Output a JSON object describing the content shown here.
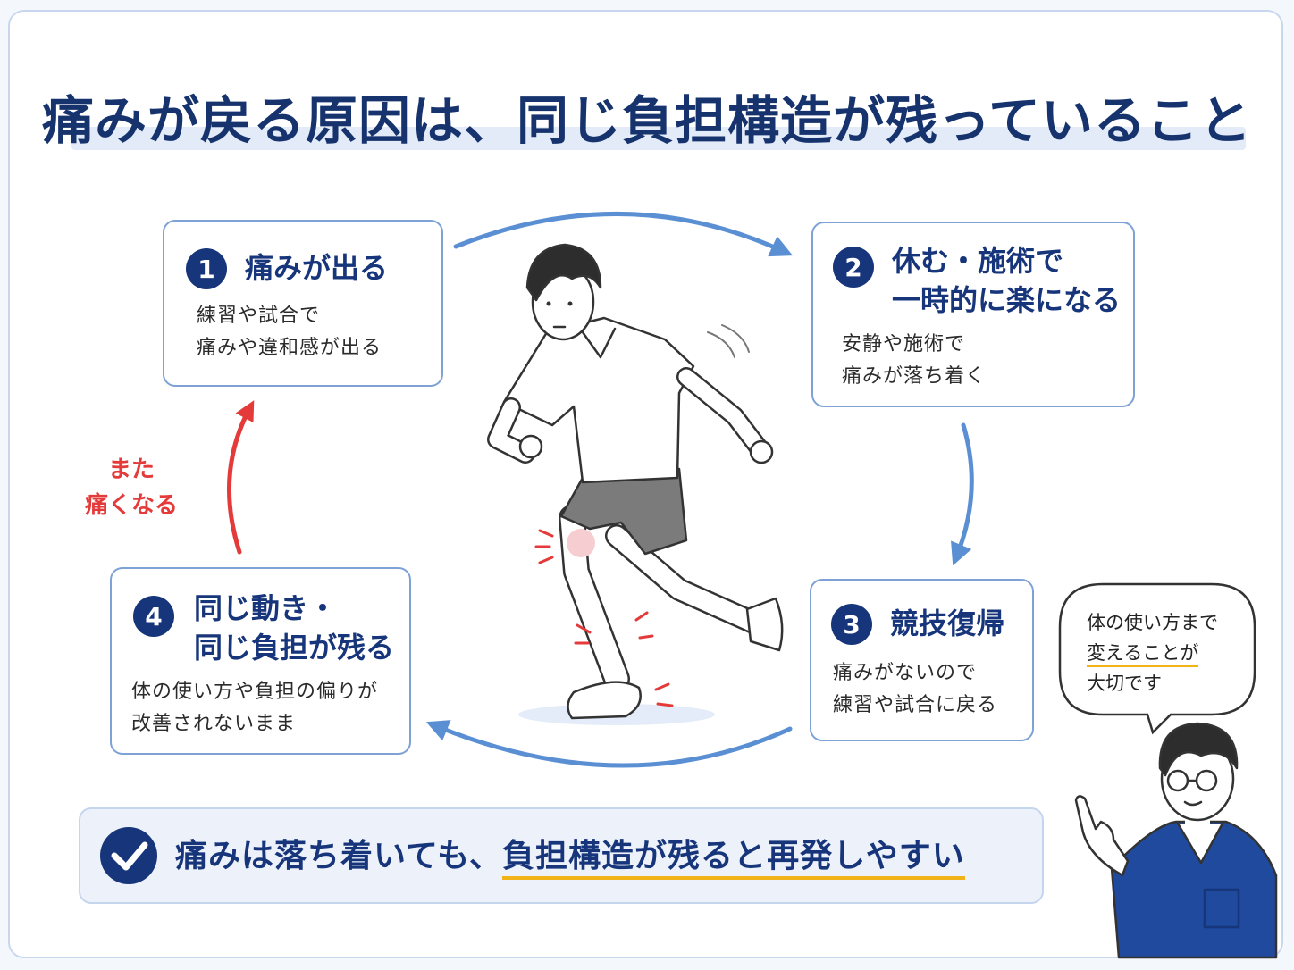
{
  "title": "痛みが戻る原因は、同じ負担構造が残っていること",
  "steps": [
    {
      "number": "1",
      "title_lines": [
        "痛みが出る"
      ],
      "desc_lines": [
        "練習や試合で",
        "痛みや違和感が出る"
      ]
    },
    {
      "number": "2",
      "title_lines": [
        "休む・施術で",
        "一時的に楽になる"
      ],
      "desc_lines": [
        "安静や施術で",
        "痛みが落ち着く"
      ]
    },
    {
      "number": "3",
      "title_lines": [
        "競技復帰"
      ],
      "desc_lines": [
        "痛みがないので",
        "練習や試合に戻る"
      ]
    },
    {
      "number": "4",
      "title_lines": [
        "同じ動き・",
        "同じ負担が残る"
      ],
      "desc_lines": [
        "体の使い方や負担の偏りが",
        "改善されないまま"
      ]
    }
  ],
  "again_label": {
    "line1": "また",
    "line2": "痛くなる"
  },
  "speech_bubble": {
    "line1": "体の使い方まで",
    "line2": "変えることが",
    "line3": "大切です"
  },
  "summary": {
    "prefix": "痛みは落ち着いても、",
    "highlight": "負担構造が残ると",
    "suffix": "再発しやすい"
  },
  "colors": {
    "navy": "#17357a",
    "box_border": "#7ea2d6",
    "arrow_blue": "#5b8fd4",
    "red": "#e43a3a",
    "highlight_yellow": "#f2b318"
  },
  "icons": {
    "check": "check-circle-icon",
    "runner": "runner-illustration",
    "doctor": "doctor-illustration"
  }
}
